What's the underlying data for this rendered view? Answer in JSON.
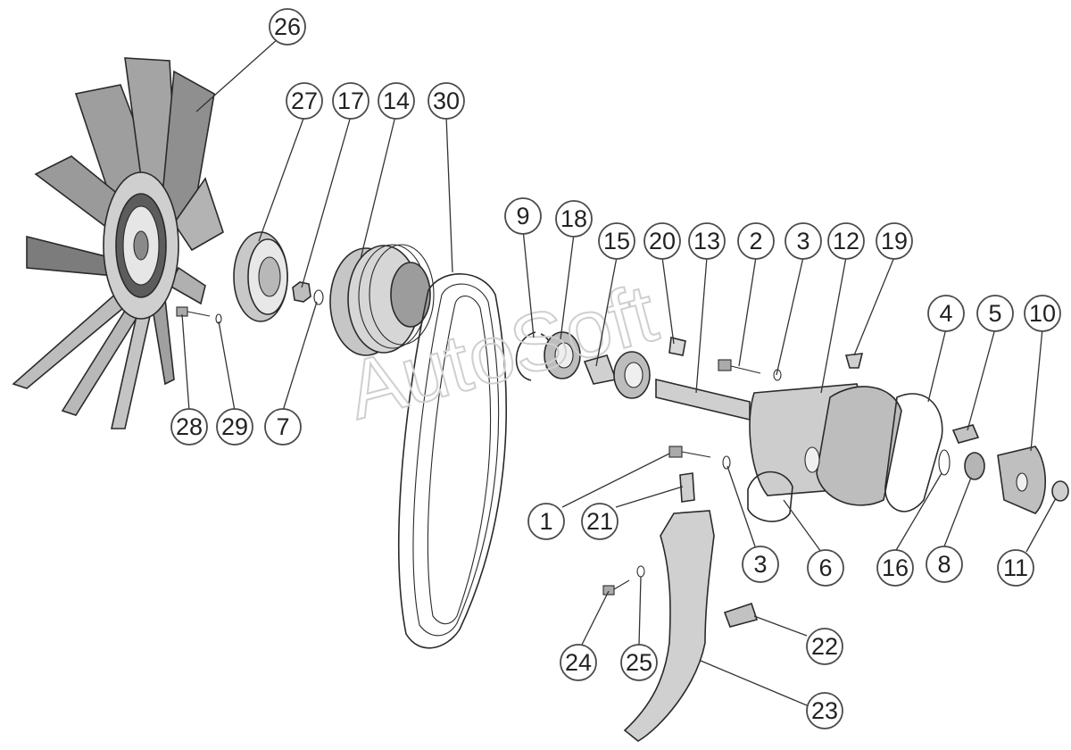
{
  "watermark": "AutoSoft",
  "callouts": [
    {
      "label": "26"
    },
    {
      "label": "27"
    },
    {
      "label": "17"
    },
    {
      "label": "14"
    },
    {
      "label": "30"
    },
    {
      "label": "9"
    },
    {
      "label": "18"
    },
    {
      "label": "15"
    },
    {
      "label": "20"
    },
    {
      "label": "13"
    },
    {
      "label": "2"
    },
    {
      "label": "3"
    },
    {
      "label": "12"
    },
    {
      "label": "19"
    },
    {
      "label": "4"
    },
    {
      "label": "5"
    },
    {
      "label": "10"
    },
    {
      "label": "28"
    },
    {
      "label": "29"
    },
    {
      "label": "7"
    },
    {
      "label": "1"
    },
    {
      "label": "21"
    },
    {
      "label": "3"
    },
    {
      "label": "6"
    },
    {
      "label": "16"
    },
    {
      "label": "8"
    },
    {
      "label": "11"
    },
    {
      "label": "22"
    },
    {
      "label": "24"
    },
    {
      "label": "25"
    },
    {
      "label": "23"
    }
  ]
}
